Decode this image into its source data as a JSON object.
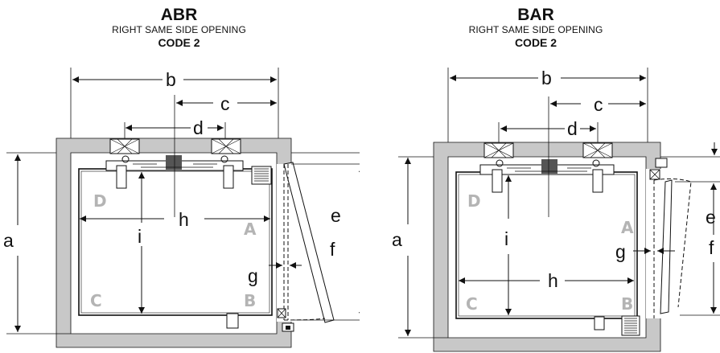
{
  "panels": [
    {
      "id": "ABR",
      "title": "ABR",
      "subtitle": "RIGHT SAME SIDE OPENING",
      "code": "CODE 2",
      "dimensions": [
        "a",
        "b",
        "c",
        "d",
        "e",
        "f",
        "g",
        "h",
        "i"
      ],
      "corners": [
        "A",
        "B",
        "C",
        "D"
      ]
    },
    {
      "id": "BAR",
      "title": "BAR",
      "subtitle": "RIGHT SAME SIDE OPENING",
      "code": "CODE 2",
      "dimensions": [
        "a",
        "b",
        "c",
        "d",
        "e",
        "f",
        "g",
        "h",
        "i"
      ],
      "corners": [
        "A",
        "B",
        "C",
        "D"
      ]
    }
  ],
  "colors": {
    "shaft_wall": "#c8c8c8",
    "line": "#111111",
    "corner_letters": "#b4b4b4"
  }
}
